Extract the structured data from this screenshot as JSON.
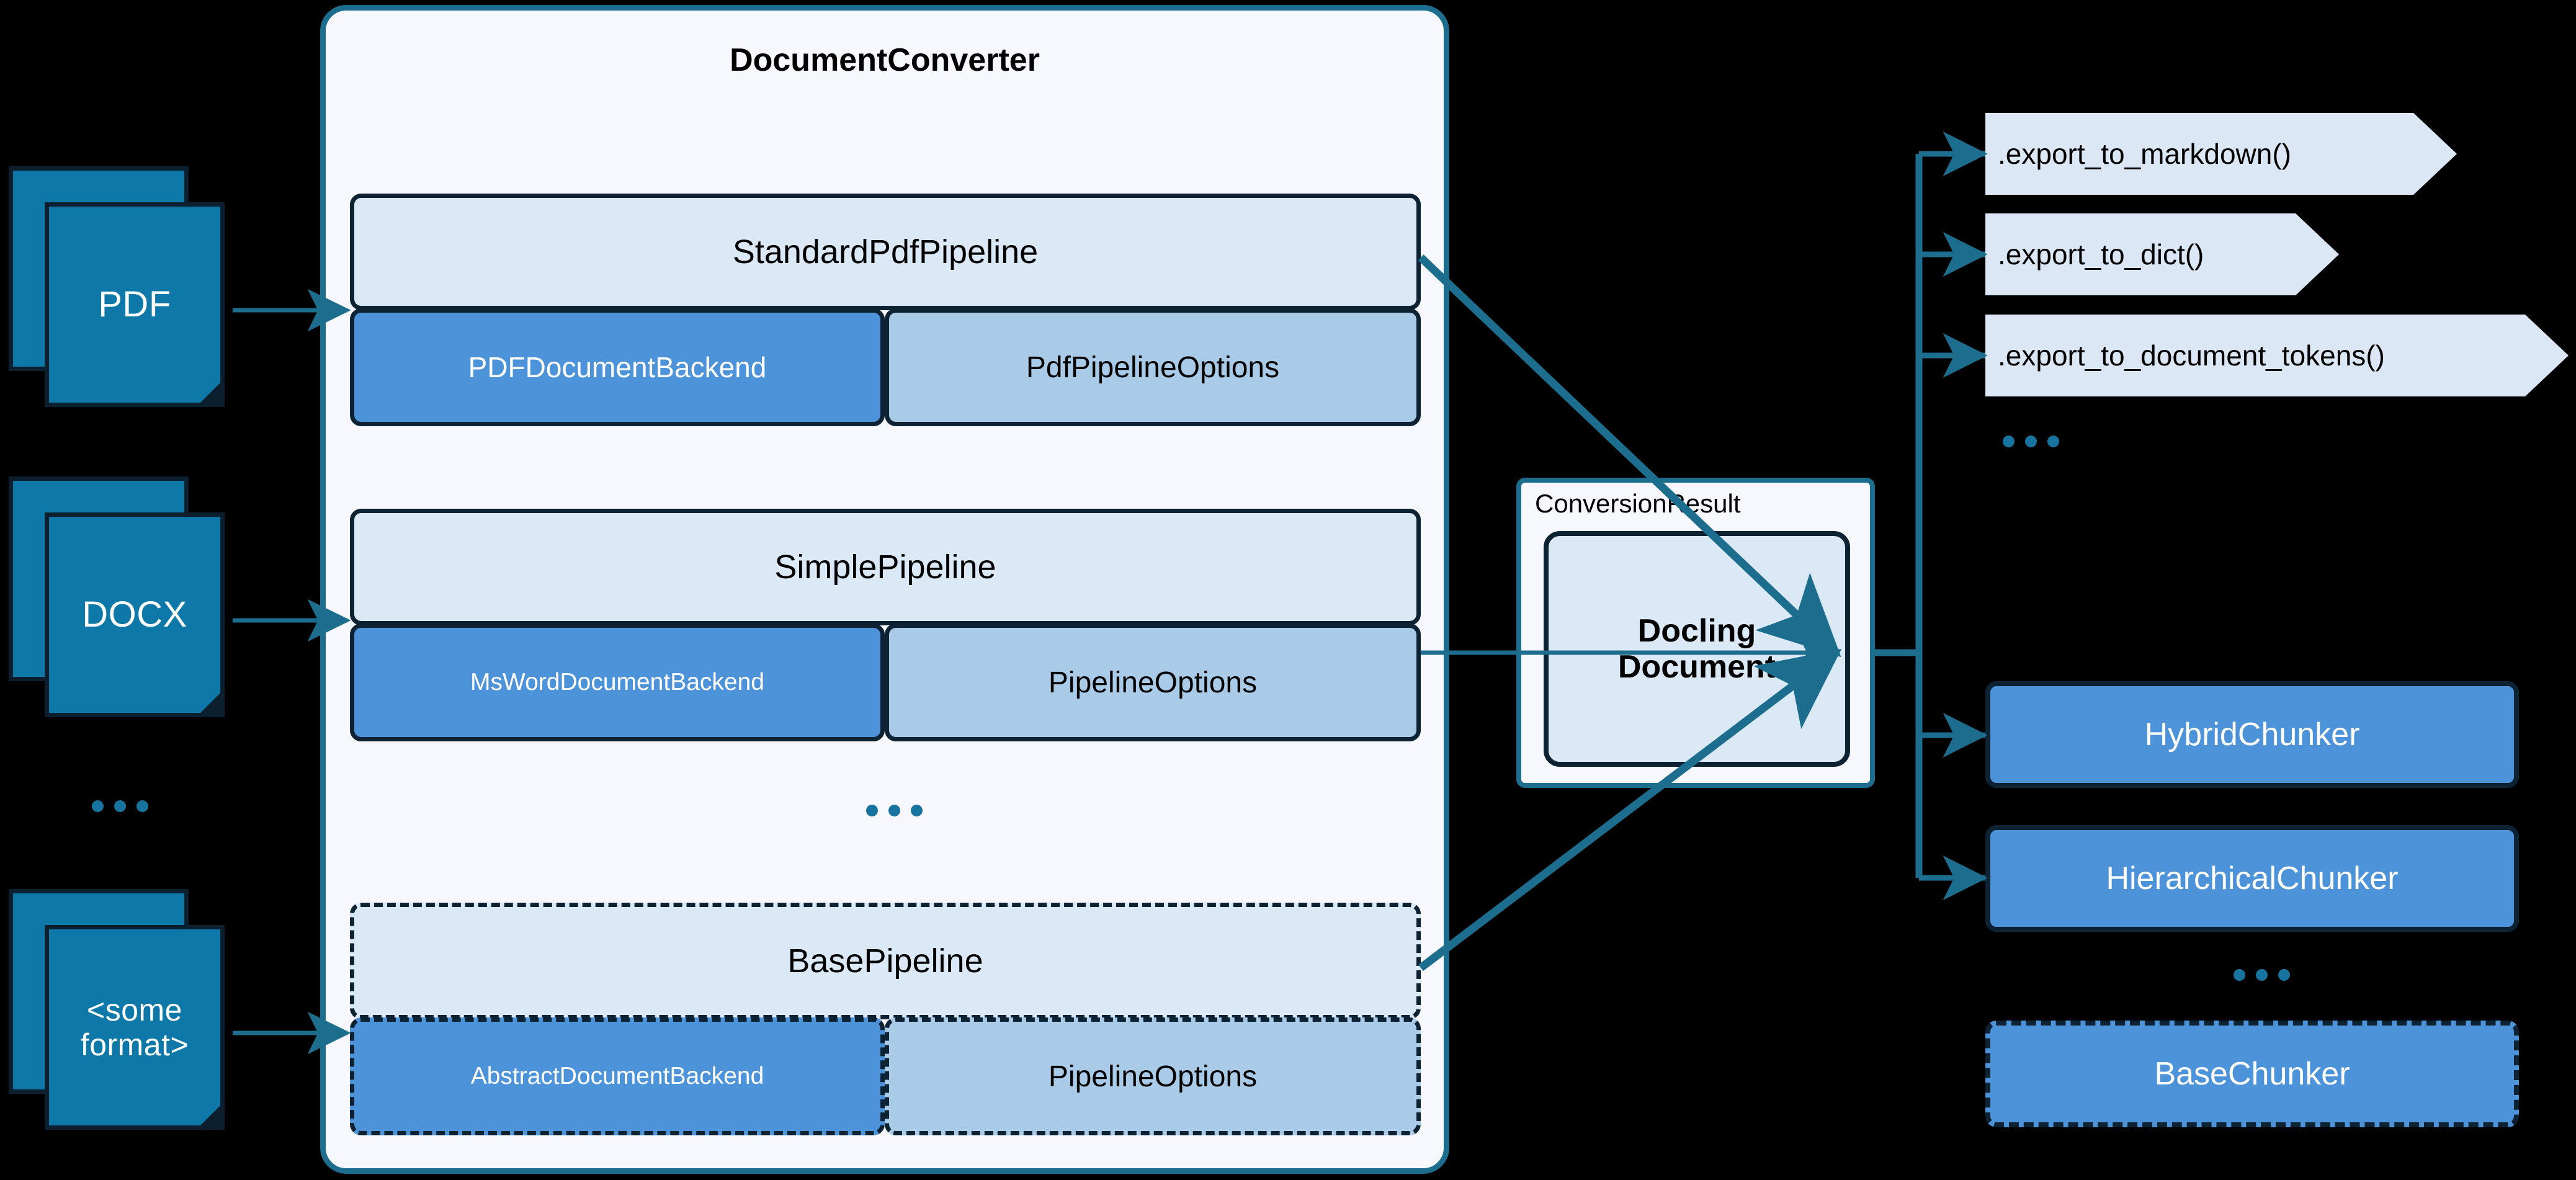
{
  "colors": {
    "background": "#000000",
    "doc_icon_fill": "#0e79a8",
    "doc_icon_stroke": "#0b1f2e",
    "container_fill": "#f6f8fd",
    "container_stroke": "#1d6e8e",
    "pipeline_head_fill": "#dbe8f5",
    "backend_fill": "#4d93d9",
    "options_fill": "#a9cbe8",
    "box_stroke": "#0d2233",
    "export_fill": "#dce7f5",
    "arrow": "#1d6e8e",
    "dot": "#17749f"
  },
  "inputs": {
    "items": [
      {
        "label": "PDF",
        "multiline": false
      },
      {
        "label": "DOCX",
        "multiline": false
      },
      {
        "label": "<some\nformat>",
        "multiline": true
      }
    ],
    "ellipsis": "..."
  },
  "converter": {
    "title": "DocumentConverter",
    "ellipsis": "...",
    "pipelines": [
      {
        "name": "StandardPdfPipeline",
        "backend": "PDFDocumentBackend",
        "options": "PdfPipelineOptions",
        "style": "solid"
      },
      {
        "name": "SimplePipeline",
        "backend": "MsWordDocumentBackend",
        "options": "PipelineOptions",
        "style": "solid"
      },
      {
        "name": "BasePipeline",
        "backend": "AbstractDocumentBackend",
        "options": "PipelineOptions",
        "style": "dashed"
      }
    ]
  },
  "conversion_result": {
    "label": "ConversionResult",
    "document": "Docling\nDocument"
  },
  "exports": {
    "items": [
      {
        "label": ".export_to_markdown()"
      },
      {
        "label": ".export_to_dict()"
      },
      {
        "label": ".export_to_document_tokens()"
      }
    ],
    "ellipsis": "..."
  },
  "chunkers": {
    "items": [
      {
        "label": "HybridChunker",
        "style": "solid"
      },
      {
        "label": "HierarchicalChunker",
        "style": "solid"
      },
      {
        "label": "BaseChunker",
        "style": "dashed"
      }
    ],
    "ellipsis": "..."
  }
}
